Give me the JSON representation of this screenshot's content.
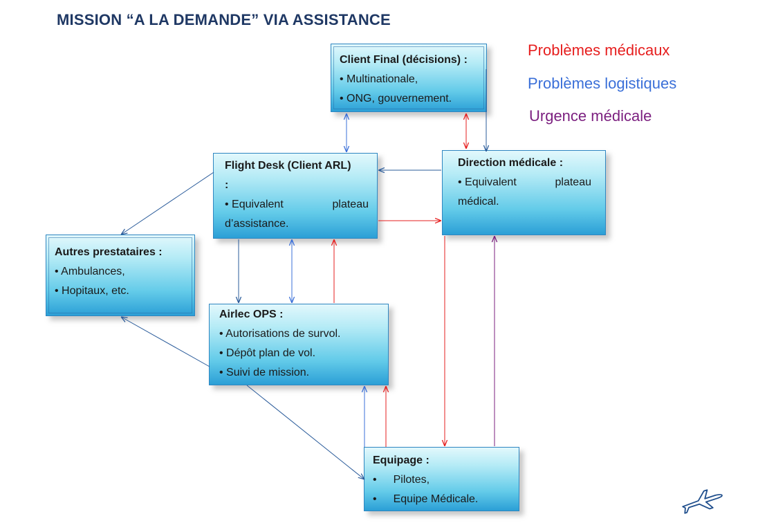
{
  "title": "MISSION “A LA DEMANDE” VIA ASSISTANCE",
  "legend": [
    {
      "label": "Problèmes médicaux",
      "color": "#e61e1e"
    },
    {
      "label": "Problèmes logistiques",
      "color": "#3a6fd8"
    },
    {
      "label": "Urgence médicale",
      "color": "#7b1f7f"
    }
  ],
  "nodes": {
    "client_final": {
      "heading": "Client Final (décisions) :",
      "items": [
        "• Multinationale,",
        "• ONG, gouvernement."
      ]
    },
    "flight_desk": {
      "heading": "Flight Desk (Client ARL)",
      "heading2": ":",
      "item1_a": "• Equivalent",
      "item1_b": "plateau",
      "item1_c": "d’assistance."
    },
    "direction_medicale": {
      "heading": "Direction médicale :",
      "item1_a": "• Equivalent",
      "item1_b": "plateau",
      "item1_c": "médical."
    },
    "autres": {
      "heading": "Autres prestataires :",
      "items": [
        "• Ambulances,",
        "• Hopitaux, etc."
      ]
    },
    "airlec_ops": {
      "heading": "Airlec OPS :",
      "items": [
        "• Autorisations de survol.",
        "• Dépôt plan de vol.",
        "• Suivi de mission."
      ]
    },
    "equipage": {
      "heading": "Equipage :",
      "items": [
        "•",
        "Pilotes,",
        "•",
        "Equipe Médicale."
      ]
    }
  },
  "colors": {
    "medical": "#e61e1e",
    "logistic": "#3a6fd8",
    "logistic_dark": "#2a5b9a",
    "urgent": "#7b1f7f",
    "title": "#1f3864",
    "box_border": "#2e86c1"
  },
  "icons": {
    "logo": "airplane-icon"
  }
}
